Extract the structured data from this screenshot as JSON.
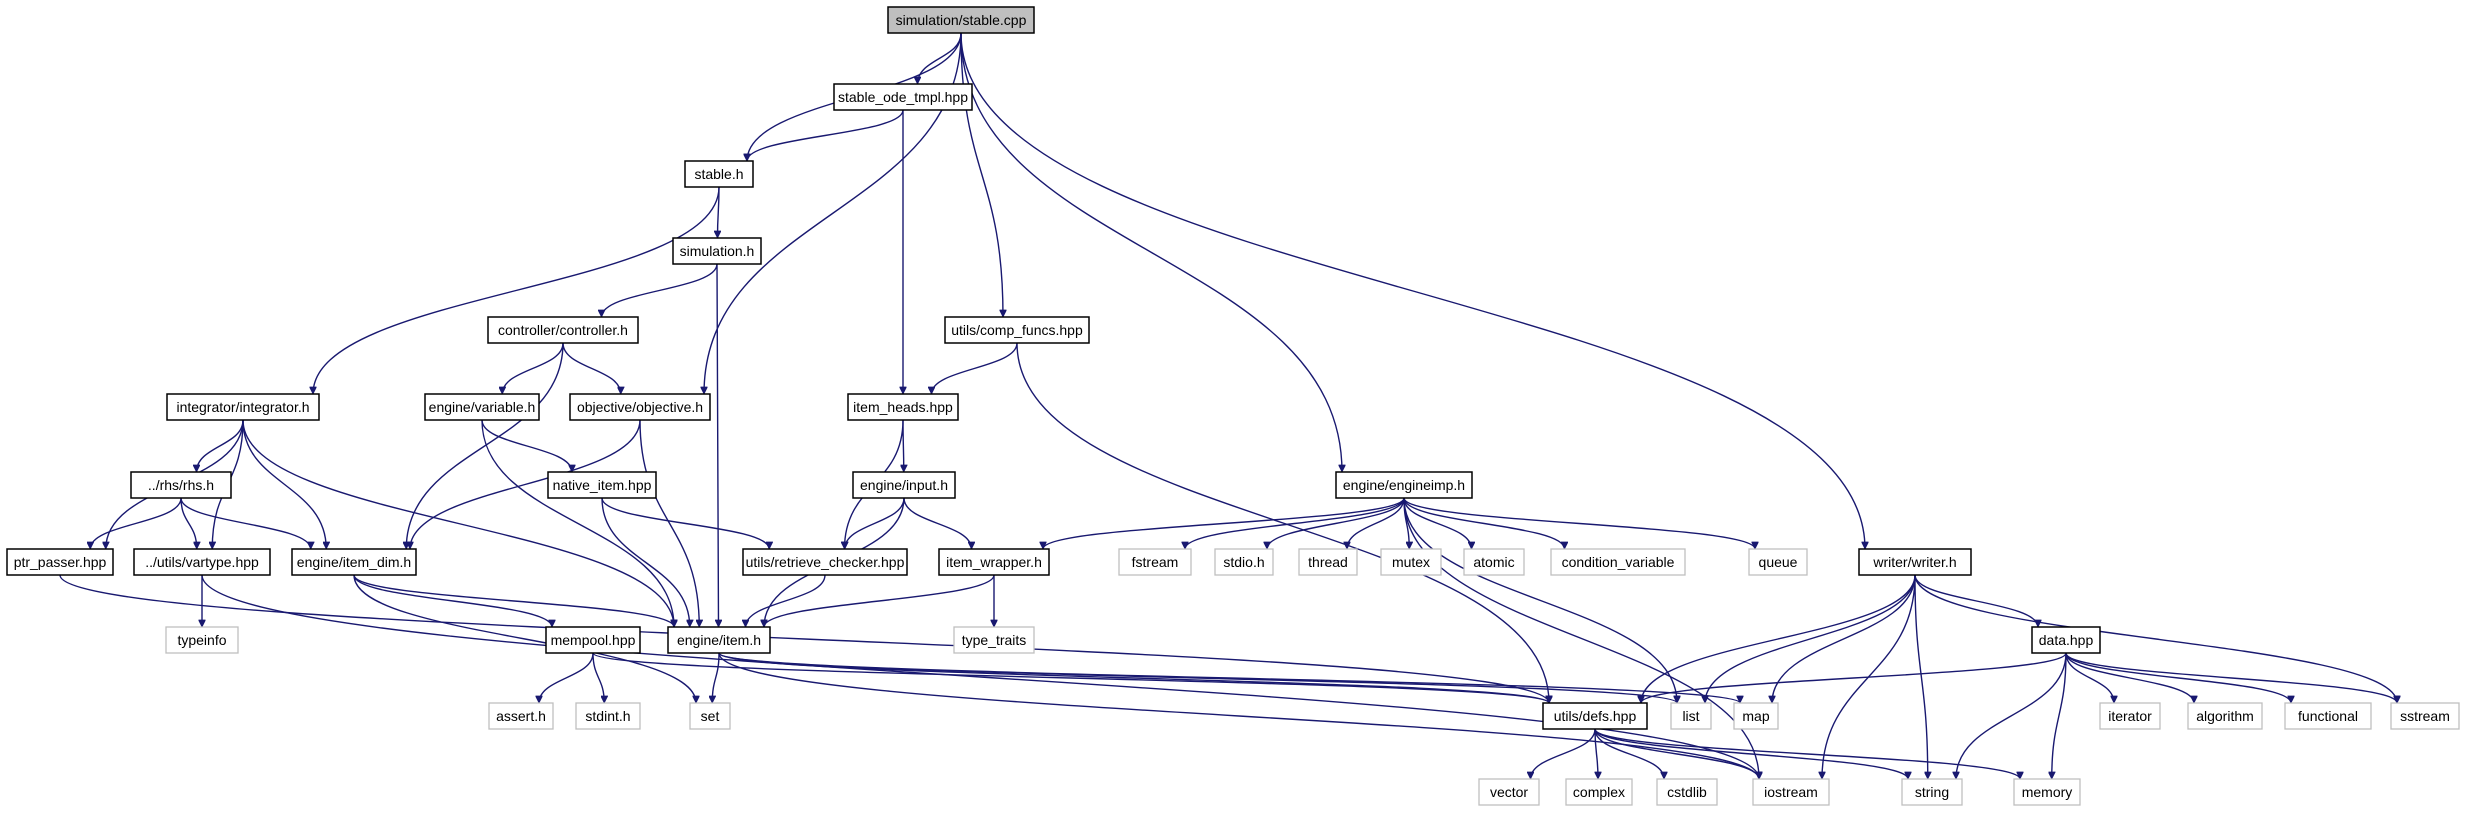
{
  "nodes": [
    {
      "id": "root",
      "label": "simulation/stable.cpp",
      "kind": "root"
    },
    {
      "id": "stable_ode",
      "label": "stable_ode_tmpl.hpp",
      "kind": "file"
    },
    {
      "id": "stable_h",
      "label": "stable.h",
      "kind": "file"
    },
    {
      "id": "simulation_h",
      "label": "simulation.h",
      "kind": "file"
    },
    {
      "id": "controller",
      "label": "controller/controller.h",
      "kind": "file"
    },
    {
      "id": "integrator",
      "label": "integrator/integrator.h",
      "kind": "file"
    },
    {
      "id": "variable",
      "label": "engine/variable.h",
      "kind": "file"
    },
    {
      "id": "objective",
      "label": "objective/objective.h",
      "kind": "file"
    },
    {
      "id": "comp_funcs",
      "label": "utils/comp_funcs.hpp",
      "kind": "file"
    },
    {
      "id": "item_heads",
      "label": "item_heads.hpp",
      "kind": "file"
    },
    {
      "id": "engineimp",
      "label": "engine/engineimp.h",
      "kind": "file"
    },
    {
      "id": "rhs",
      "label": "../rhs/rhs.h",
      "kind": "file"
    },
    {
      "id": "native_item",
      "label": "native_item.hpp",
      "kind": "file"
    },
    {
      "id": "input",
      "label": "engine/input.h",
      "kind": "file"
    },
    {
      "id": "ptr_passer",
      "label": "ptr_passer.hpp",
      "kind": "file"
    },
    {
      "id": "vartype",
      "label": "../utils/vartype.hpp",
      "kind": "file"
    },
    {
      "id": "item_dim",
      "label": "engine/item_dim.h",
      "kind": "file"
    },
    {
      "id": "retrieve",
      "label": "utils/retrieve_checker.hpp",
      "kind": "file"
    },
    {
      "id": "item_wrapper",
      "label": "item_wrapper.h",
      "kind": "file"
    },
    {
      "id": "fstream",
      "label": "fstream",
      "kind": "ext"
    },
    {
      "id": "stdio",
      "label": "stdio.h",
      "kind": "ext"
    },
    {
      "id": "thread",
      "label": "thread",
      "kind": "ext"
    },
    {
      "id": "mutex",
      "label": "mutex",
      "kind": "ext"
    },
    {
      "id": "atomic",
      "label": "atomic",
      "kind": "ext"
    },
    {
      "id": "condvar",
      "label": "condition_variable",
      "kind": "ext"
    },
    {
      "id": "queue",
      "label": "queue",
      "kind": "ext"
    },
    {
      "id": "writer",
      "label": "writer/writer.h",
      "kind": "file"
    },
    {
      "id": "typeinfo",
      "label": "typeinfo",
      "kind": "ext"
    },
    {
      "id": "mempool",
      "label": "mempool.hpp",
      "kind": "file"
    },
    {
      "id": "item_h",
      "label": "engine/item.h",
      "kind": "file"
    },
    {
      "id": "type_traits",
      "label": "type_traits",
      "kind": "ext"
    },
    {
      "id": "data_hpp",
      "label": "data.hpp",
      "kind": "file"
    },
    {
      "id": "assert_h",
      "label": "assert.h",
      "kind": "ext"
    },
    {
      "id": "stdint_h",
      "label": "stdint.h",
      "kind": "ext"
    },
    {
      "id": "set",
      "label": "set",
      "kind": "ext"
    },
    {
      "id": "defs",
      "label": "utils/defs.hpp",
      "kind": "file"
    },
    {
      "id": "list",
      "label": "list",
      "kind": "ext"
    },
    {
      "id": "map",
      "label": "map",
      "kind": "ext"
    },
    {
      "id": "iterator",
      "label": "iterator",
      "kind": "ext"
    },
    {
      "id": "algorithm",
      "label": "algorithm",
      "kind": "ext"
    },
    {
      "id": "functional",
      "label": "functional",
      "kind": "ext"
    },
    {
      "id": "sstream",
      "label": "sstream",
      "kind": "ext"
    },
    {
      "id": "vector",
      "label": "vector",
      "kind": "ext"
    },
    {
      "id": "complex",
      "label": "complex",
      "kind": "ext"
    },
    {
      "id": "cstdlib",
      "label": "cstdlib",
      "kind": "ext"
    },
    {
      "id": "iostream",
      "label": "iostream",
      "kind": "ext"
    },
    {
      "id": "string",
      "label": "string",
      "kind": "ext"
    },
    {
      "id": "memory",
      "label": "memory",
      "kind": "ext"
    }
  ],
  "edges": [
    [
      "root",
      "stable_ode"
    ],
    [
      "root",
      "stable_h"
    ],
    [
      "root",
      "objective"
    ],
    [
      "root",
      "comp_funcs"
    ],
    [
      "root",
      "engineimp"
    ],
    [
      "root",
      "writer"
    ],
    [
      "stable_ode",
      "stable_h"
    ],
    [
      "stable_ode",
      "item_heads"
    ],
    [
      "stable_h",
      "simulation_h"
    ],
    [
      "stable_h",
      "integrator"
    ],
    [
      "simulation_h",
      "controller"
    ],
    [
      "simulation_h",
      "item_h"
    ],
    [
      "controller",
      "variable"
    ],
    [
      "controller",
      "objective"
    ],
    [
      "controller",
      "item_dim"
    ],
    [
      "integrator",
      "rhs"
    ],
    [
      "integrator",
      "ptr_passer"
    ],
    [
      "integrator",
      "vartype"
    ],
    [
      "integrator",
      "item_dim"
    ],
    [
      "integrator",
      "item_h"
    ],
    [
      "variable",
      "native_item"
    ],
    [
      "variable",
      "item_h"
    ],
    [
      "objective",
      "item_dim"
    ],
    [
      "objective",
      "item_h"
    ],
    [
      "comp_funcs",
      "item_heads"
    ],
    [
      "comp_funcs",
      "defs"
    ],
    [
      "item_heads",
      "input"
    ],
    [
      "item_heads",
      "retrieve"
    ],
    [
      "rhs",
      "ptr_passer"
    ],
    [
      "rhs",
      "vartype"
    ],
    [
      "rhs",
      "item_dim"
    ],
    [
      "native_item",
      "retrieve"
    ],
    [
      "native_item",
      "item_h"
    ],
    [
      "input",
      "retrieve"
    ],
    [
      "input",
      "item_wrapper"
    ],
    [
      "input",
      "item_h"
    ],
    [
      "engineimp",
      "item_wrapper"
    ],
    [
      "engineimp",
      "fstream"
    ],
    [
      "engineimp",
      "stdio"
    ],
    [
      "engineimp",
      "thread"
    ],
    [
      "engineimp",
      "mutex"
    ],
    [
      "engineimp",
      "atomic"
    ],
    [
      "engineimp",
      "condvar"
    ],
    [
      "engineimp",
      "queue"
    ],
    [
      "engineimp",
      "list"
    ],
    [
      "engineimp",
      "iostream"
    ],
    [
      "ptr_passer",
      "defs"
    ],
    [
      "vartype",
      "typeinfo"
    ],
    [
      "vartype",
      "iostream"
    ],
    [
      "item_dim",
      "mempool"
    ],
    [
      "item_dim",
      "item_h"
    ],
    [
      "item_dim",
      "set"
    ],
    [
      "retrieve",
      "item_h"
    ],
    [
      "item_wrapper",
      "item_h"
    ],
    [
      "item_wrapper",
      "type_traits"
    ],
    [
      "mempool",
      "assert_h"
    ],
    [
      "mempool",
      "stdint_h"
    ],
    [
      "mempool",
      "defs"
    ],
    [
      "item_h",
      "set"
    ],
    [
      "item_h",
      "defs"
    ],
    [
      "item_h",
      "list"
    ],
    [
      "item_h",
      "map"
    ],
    [
      "item_h",
      "iostream"
    ],
    [
      "writer",
      "defs"
    ],
    [
      "writer",
      "data_hpp"
    ],
    [
      "writer",
      "list"
    ],
    [
      "writer",
      "map"
    ],
    [
      "writer",
      "iostream"
    ],
    [
      "writer",
      "string"
    ],
    [
      "writer",
      "sstream"
    ],
    [
      "data_hpp",
      "defs"
    ],
    [
      "data_hpp",
      "iterator"
    ],
    [
      "data_hpp",
      "algorithm"
    ],
    [
      "data_hpp",
      "functional"
    ],
    [
      "data_hpp",
      "sstream"
    ],
    [
      "data_hpp",
      "memory"
    ],
    [
      "data_hpp",
      "string"
    ],
    [
      "defs",
      "vector"
    ],
    [
      "defs",
      "complex"
    ],
    [
      "defs",
      "cstdlib"
    ],
    [
      "defs",
      "iostream"
    ],
    [
      "defs",
      "string"
    ],
    [
      "defs",
      "memory"
    ]
  ],
  "colors": {
    "edge": "#191970",
    "root_fill": "#bfbfbf",
    "file_border": "#000000",
    "ext_border": "#bfbfbf"
  }
}
